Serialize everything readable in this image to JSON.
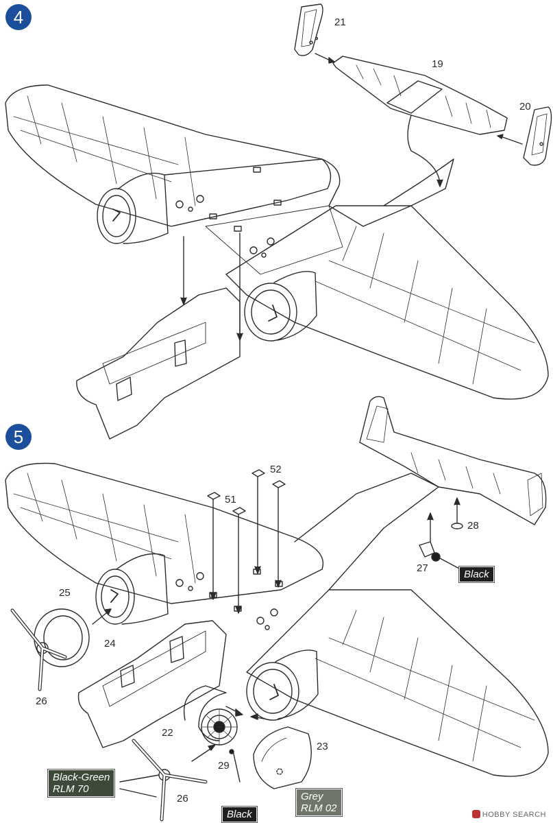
{
  "steps": {
    "s4": "4",
    "s5": "5"
  },
  "callouts": {
    "p21": "21",
    "p19": "19",
    "p20": "20",
    "p52": "52",
    "p51": "51",
    "p28": "28",
    "p27": "27",
    "p25": "25",
    "p24": "24",
    "p26a": "26",
    "p22": "22",
    "p23": "23",
    "p29": "29",
    "p26b": "26"
  },
  "paint": {
    "black_27": "Black",
    "black_green_l1": "Black-Green",
    "black_green_l2": "RLM 70",
    "black_29": "Black",
    "grey_l1": "Grey",
    "grey_l2": "RLM 02"
  },
  "watermark": "HOBBY SEARCH",
  "colors": {
    "step_badge": "#1b4f9c",
    "line": "#2b2b2b",
    "paint_black": "#1e1e1e",
    "paint_green": "#3d4a3a",
    "paint_grey": "#6f7669"
  }
}
